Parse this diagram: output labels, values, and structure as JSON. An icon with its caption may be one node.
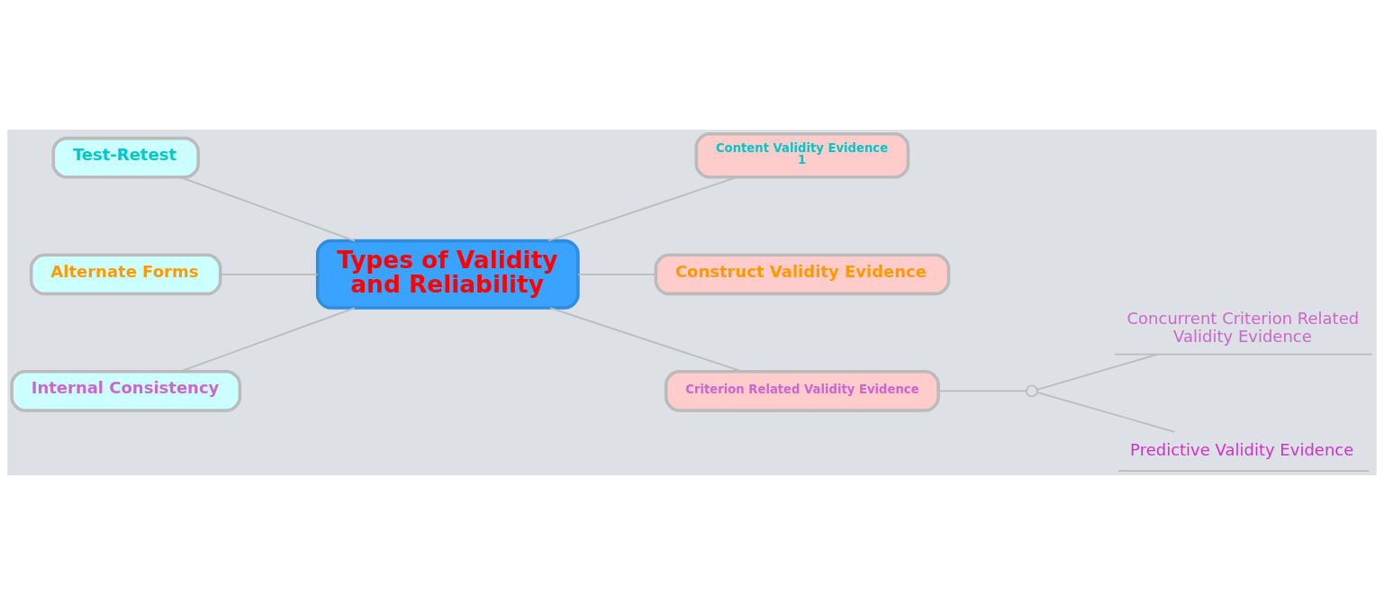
{
  "diagram": {
    "nodes": [
      {
        "text": [
          "Types of Validity and Reliability"
        ]
      },
      {
        "text": [
          "Content Validity Evidence",
          "1"
        ]
      },
      {
        "text": [
          "Construct Validity Evidence"
        ]
      },
      {
        "text": [
          "Criterion Related Validity Evidence"
        ]
      },
      {
        "text": [],
        "shape": "circle"
      },
      {
        "text": [
          "Concurrent Criterion Related Validity Evidence"
        ]
      },
      {
        "text": [
          "Predictive Validity Evidence"
        ]
      },
      {
        "text": [
          "Test-Retest"
        ]
      },
      {
        "text": [
          "Alternate Forms"
        ]
      },
      {
        "text": [
          "Internal Consistency"
        ]
      }
    ],
    "edges": [
      {
        "from": 0,
        "to": 1,
        "arrow": "none"
      },
      {
        "from": 0,
        "to": 2,
        "arrow": "none"
      },
      {
        "from": 0,
        "to": 3,
        "arrow": "none"
      },
      {
        "from": 3,
        "to": 4,
        "arrow": "none"
      },
      {
        "from": 4,
        "to": 5,
        "arrow": "none"
      },
      {
        "from": 4,
        "to": 6,
        "arrow": "none"
      },
      {
        "from": 7,
        "to": 0,
        "arrow": "none"
      },
      {
        "from": 8,
        "to": 0,
        "arrow": "none"
      },
      {
        "from": 9,
        "to": 0,
        "arrow": "none"
      }
    ]
  }
}
